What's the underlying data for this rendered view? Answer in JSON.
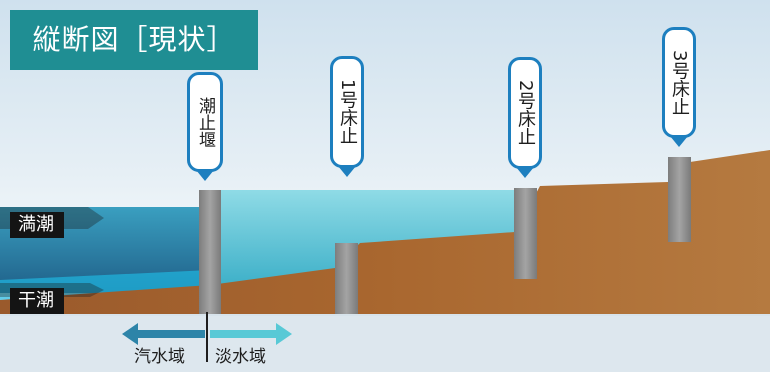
{
  "title": "縦断図［現状］",
  "structures": {
    "tidal_weir": "潮止堰",
    "sill_1": "1号床止",
    "sill_2": "2号床止",
    "sill_3": "3号床止"
  },
  "tide_levels": {
    "high": "満潮",
    "low": "干潮"
  },
  "zones": {
    "brackish": "汽水域",
    "freshwater": "淡水域"
  },
  "colors": {
    "title_bg": "#1f8e93",
    "callout_border": "#1d7fbf",
    "ground": "#a5652f",
    "water": "#4ec3d6",
    "sea": "#2d7ca3",
    "pillar": "#8f8f8f",
    "arrow_brackish": "#2d84a8",
    "arrow_fresh": "#58c9d6"
  }
}
